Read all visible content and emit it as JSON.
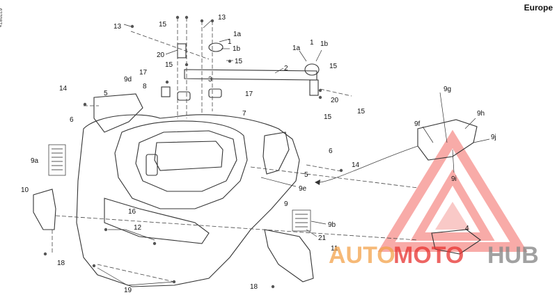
{
  "header": {
    "region": "Europe",
    "doc_id": "627087a"
  },
  "watermark": {
    "brand": {
      "part1": "AUTO",
      "part2": "MOTO",
      "part3": "HUB"
    },
    "colors": {
      "red": "#e8322f",
      "orange": "#f3a24a",
      "gray": "#8a8a8a"
    }
  },
  "callouts": [
    "13",
    "13",
    "15",
    "1a",
    "1",
    "1b",
    "20",
    "15",
    "15",
    "1a",
    "1",
    "1b",
    "2",
    "15",
    "20",
    "15",
    "15",
    "17",
    "3",
    "17",
    "7",
    "9d",
    "5",
    "8",
    "14",
    "6",
    "9a",
    "10",
    "16",
    "12",
    "18",
    "19",
    "18",
    "9g",
    "9h",
    "9f",
    "9j",
    "9i",
    "6",
    "14",
    "5",
    "9e",
    "9",
    "9b",
    "21",
    "4",
    "11"
  ]
}
